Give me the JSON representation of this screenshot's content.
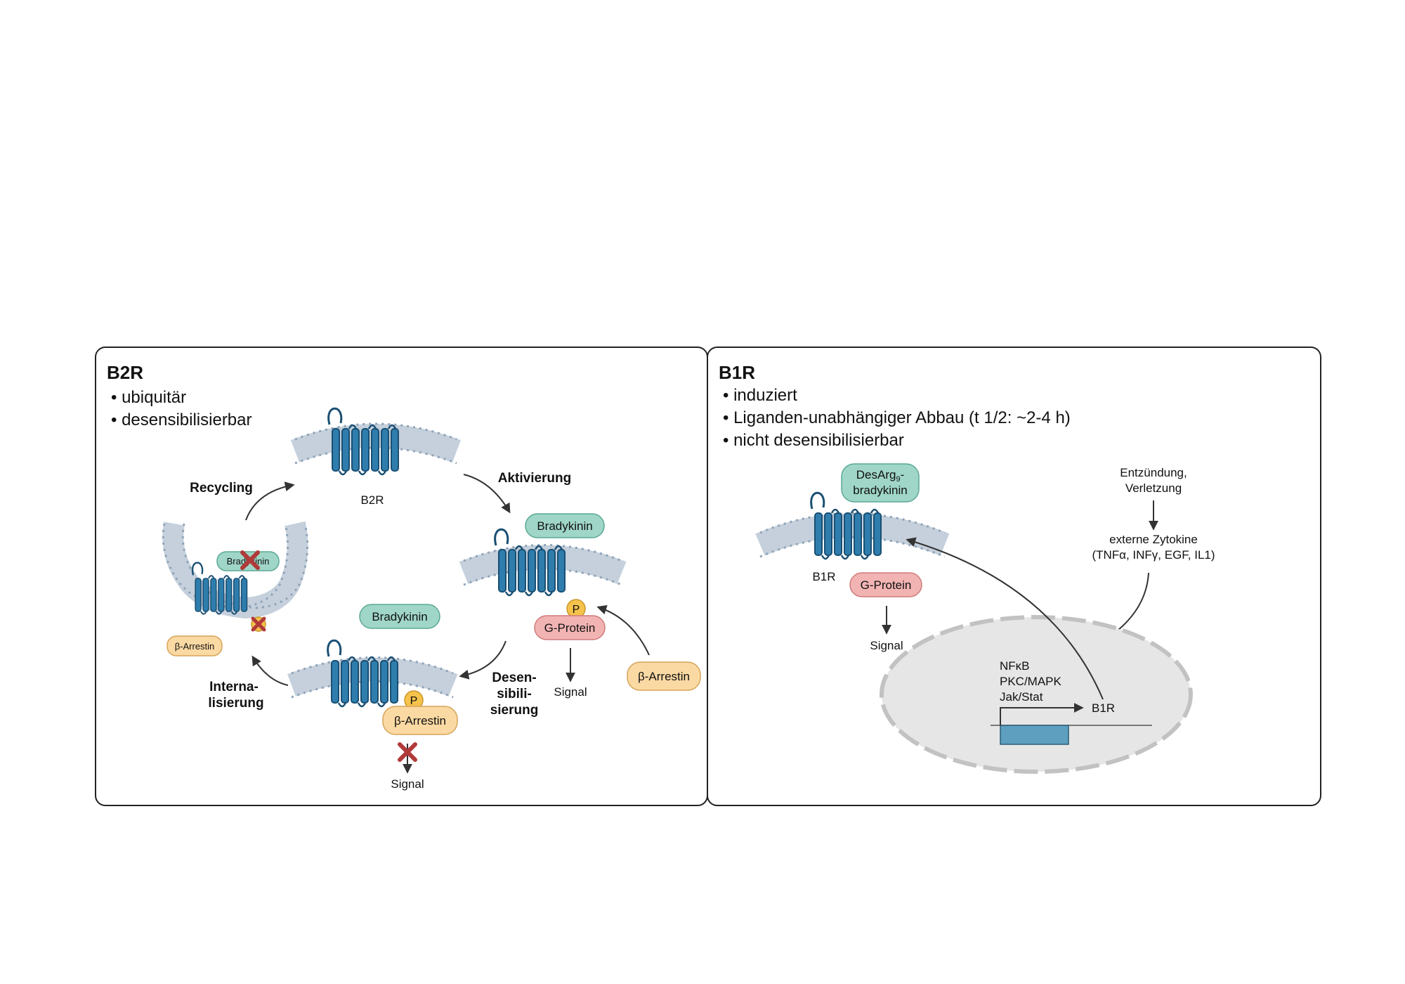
{
  "b2r": {
    "title": "B2R",
    "bullets": [
      "• ubiquitär",
      "• desensibilisierbar"
    ],
    "receptor_label": "B2R",
    "recycling": "Recycling",
    "aktivierung": "Aktivierung",
    "intern": [
      "Interna-",
      "lisierung"
    ],
    "desens": [
      "Desen-",
      "sibili-",
      "sierung"
    ],
    "bradykinin": "Bradykinin",
    "g_protein": "G-Protein",
    "arrestin": "β-Arrestin",
    "p": "P",
    "signal": "Signal"
  },
  "b1r": {
    "title": "B1R",
    "bullets": [
      "• induziert",
      "• Liganden-unabhängiger Abbau (t 1/2: ~2-4 h)",
      "• nicht desensibilisierbar"
    ],
    "ligand_line1": "DesArg",
    "ligand_sub": "9",
    "ligand_dash": "-",
    "ligand_line2": "bradykinin",
    "receptor_label": "B1R",
    "g_protein": "G-Protein",
    "signal": "Signal",
    "trigger": [
      "Entzündung,",
      "Verletzung"
    ],
    "cytokines": [
      "externe Zytokine",
      "(TNFα, INFγ, EGF, IL1)"
    ],
    "pathways": [
      "NFκB",
      "PKC/MAPK",
      "Jak/Stat"
    ],
    "gene_label": "B1R"
  },
  "colors": {
    "receptor": "#2e7dad",
    "ligand_fill": "#9fd6c7",
    "gprotein_fill": "#f2b3b3",
    "arrestin_fill": "#fbd9a3",
    "phospho_fill": "#f5c24c",
    "cross": "#b03a3a",
    "nucleus": "#e6e6e6"
  },
  "icons": [
    "membrane",
    "gpcr-receptor",
    "cross-icon",
    "arrow",
    "nucleus",
    "gene"
  ]
}
